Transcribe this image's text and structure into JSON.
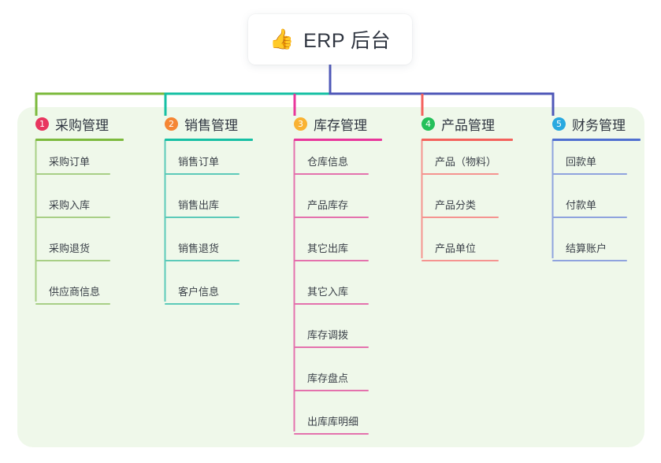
{
  "root": {
    "icon": "thumbs-up-icon",
    "icon_glyph": "👍",
    "title": "ERP 后台"
  },
  "diagram": {
    "type": "tree-mindmap",
    "panel_color": "#eff8ea",
    "stem_color": "#4f58b8",
    "bus_segments": [
      {
        "color": "#7cba3d"
      },
      {
        "color": "#16c0a4"
      },
      {
        "color": "#4f58b8"
      }
    ]
  },
  "columns": [
    {
      "number": "1",
      "label": "采购管理",
      "badge_color": "#e8365f",
      "line_color": "#7cba3d",
      "item_line_color": "#a8cf86",
      "drop_color": "#7cba3d",
      "items": [
        "采购订单",
        "采购入库",
        "采购退货",
        "供应商信息"
      ]
    },
    {
      "number": "2",
      "label": "销售管理",
      "badge_color": "#f58634",
      "line_color": "#16c0a4",
      "item_line_color": "#5ccab9",
      "drop_color": "#16c0a4",
      "items": [
        "销售订单",
        "销售出库",
        "销售退货",
        "客户信息"
      ]
    },
    {
      "number": "3",
      "label": "库存管理",
      "badge_color": "#f9b233",
      "line_color": "#e8369b",
      "item_line_color": "#e472ad",
      "drop_color": "#e8369b",
      "items": [
        "仓库信息",
        "产品库存",
        "其它出库",
        "其它入库",
        "库存调拨",
        "库存盘点",
        "出库库明细"
      ]
    },
    {
      "number": "4",
      "label": "产品管理",
      "badge_color": "#25c05a",
      "line_color": "#f4615c",
      "item_line_color": "#f59490",
      "drop_color": "#f4615c",
      "items": [
        "产品（物料）",
        "产品分类",
        "产品单位"
      ]
    },
    {
      "number": "5",
      "label": "财务管理",
      "badge_color": "#29a9e0",
      "line_color": "#4f6fd0",
      "item_line_color": "#8fa3de",
      "drop_color": "#4f58b8",
      "items": [
        "回款单",
        "付款单",
        "结算账户"
      ]
    }
  ]
}
